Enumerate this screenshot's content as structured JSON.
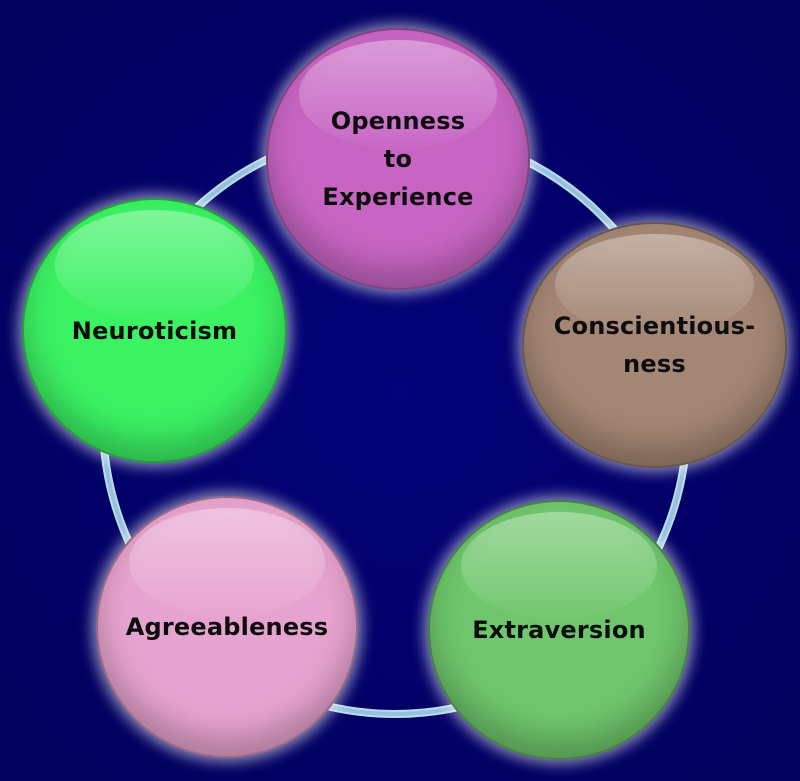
{
  "diagram": {
    "ring_color": "#a9d3ea",
    "background_color": "#020066",
    "nodes": [
      {
        "id": "openness",
        "label": "Openness\nto\nExperience",
        "color": "#c865c4"
      },
      {
        "id": "conscientiousness",
        "label": "Conscientious-\nness",
        "color": "#a48674"
      },
      {
        "id": "extraversion",
        "label": "Extraversion",
        "color": "#6fc66c"
      },
      {
        "id": "agreeableness",
        "label": "Agreeableness",
        "color": "#e7a3cf"
      },
      {
        "id": "neuroticism",
        "label": "Neuroticism",
        "color": "#3bf263"
      }
    ]
  }
}
